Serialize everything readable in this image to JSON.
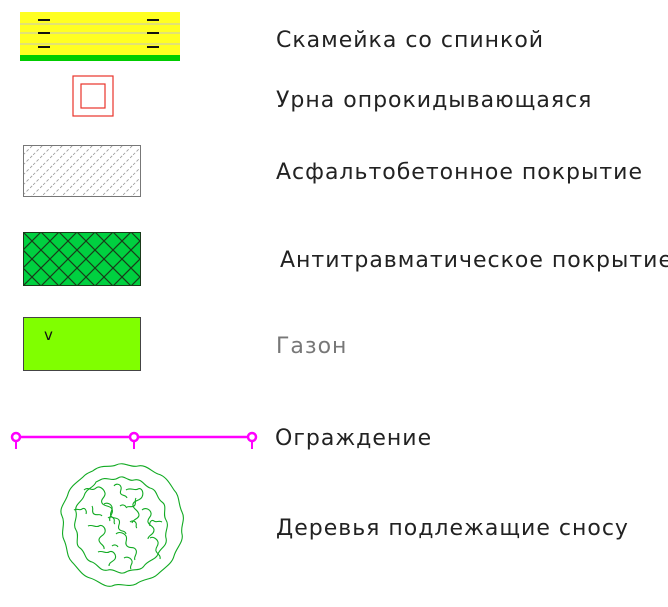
{
  "legend": {
    "items": [
      {
        "id": "bench",
        "label": "Скамейка со спинкой"
      },
      {
        "id": "urn",
        "label": "Урна опрокидывающаяся"
      },
      {
        "id": "asphalt",
        "label": "Асфальтобетонное покрытие"
      },
      {
        "id": "antitrauma",
        "label": "Антитравматическое покрытие"
      },
      {
        "id": "lawn",
        "label": "Газон",
        "symbol_mark": "v"
      },
      {
        "id": "fence",
        "label": "Ограждение"
      },
      {
        "id": "trees",
        "label": "Деревья подлежащие сносу"
      }
    ]
  },
  "colors": {
    "bench_fill": "#ffff22",
    "bench_base": "#00cc00",
    "urn_stroke": "#e8332a",
    "asphalt_hatch": "#999999",
    "antitrauma_fill": "#00d040",
    "lawn_fill": "#80ff00",
    "fence": "#ff00ff",
    "tree": "#11aa22"
  }
}
